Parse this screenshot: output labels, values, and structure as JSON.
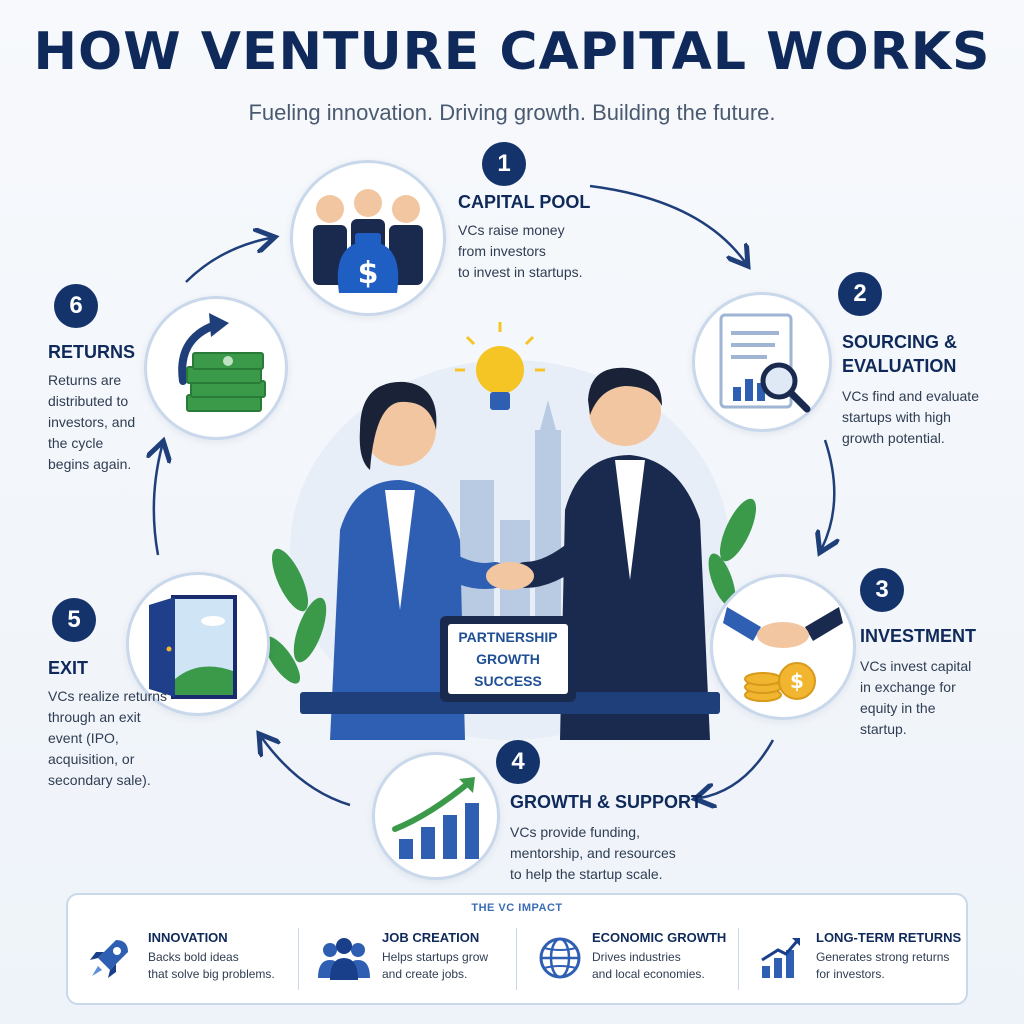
{
  "header": {
    "title": "HOW VENTURE CAPITAL WORKS",
    "subtitle": "Fueling innovation. Driving growth. Building the future."
  },
  "steps": [
    {
      "number": "1",
      "title": "CAPITAL POOL",
      "desc": [
        "VCs raise money",
        "from investors",
        "to invest in startups."
      ],
      "icon": "money-bag-icon"
    },
    {
      "number": "2",
      "title": [
        "SOURCING &",
        "EVALUATION"
      ],
      "desc": [
        "VCs find and evaluate",
        "startups with high",
        "growth potential."
      ],
      "icon": "magnifier-report-icon"
    },
    {
      "number": "3",
      "title": "INVESTMENT",
      "desc": [
        "VCs invest capital",
        "in exchange for",
        "equity in the",
        "startup."
      ],
      "icon": "handshake-coins-icon"
    },
    {
      "number": "4",
      "title": "GROWTH & SUPPORT",
      "desc": [
        "VCs provide funding,",
        "mentorship, and resources",
        "to help the startup scale."
      ],
      "icon": "growth-chart-icon"
    },
    {
      "number": "5",
      "title": "EXIT",
      "desc": [
        "VCs realize returns",
        "through an exit",
        "event (IPO,",
        "acquisition, or",
        "secondary sale)."
      ],
      "icon": "open-door-icon"
    },
    {
      "number": "6",
      "title": "RETURNS",
      "desc": [
        "Returns are",
        "distributed to",
        "investors, and",
        "the cycle",
        "begins again."
      ],
      "icon": "cash-stack-icon"
    }
  ],
  "center": {
    "laptop_lines": [
      "PARTNERSHIP",
      "GROWTH",
      "SUCCESS"
    ]
  },
  "impact": {
    "heading": "THE VC IMPACT",
    "items": [
      {
        "title": "INNOVATION",
        "desc": [
          "Backs bold ideas",
          "that solve big problems."
        ],
        "icon": "rocket-icon"
      },
      {
        "title": "JOB CREATION",
        "desc": [
          "Helps startups grow",
          "and create jobs."
        ],
        "icon": "people-icon"
      },
      {
        "title": "ECONOMIC GROWTH",
        "desc": [
          "Drives industries",
          "and local economies."
        ],
        "icon": "globe-icon"
      },
      {
        "title": "LONG-TERM RETURNS",
        "desc": [
          "Generates strong returns",
          "for investors."
        ],
        "icon": "bar-chart-icon"
      }
    ]
  },
  "colors": {
    "navy": "#14336b",
    "blue": "#2f5fb3",
    "green": "#3a9a4a",
    "gold": "#f2b530"
  }
}
